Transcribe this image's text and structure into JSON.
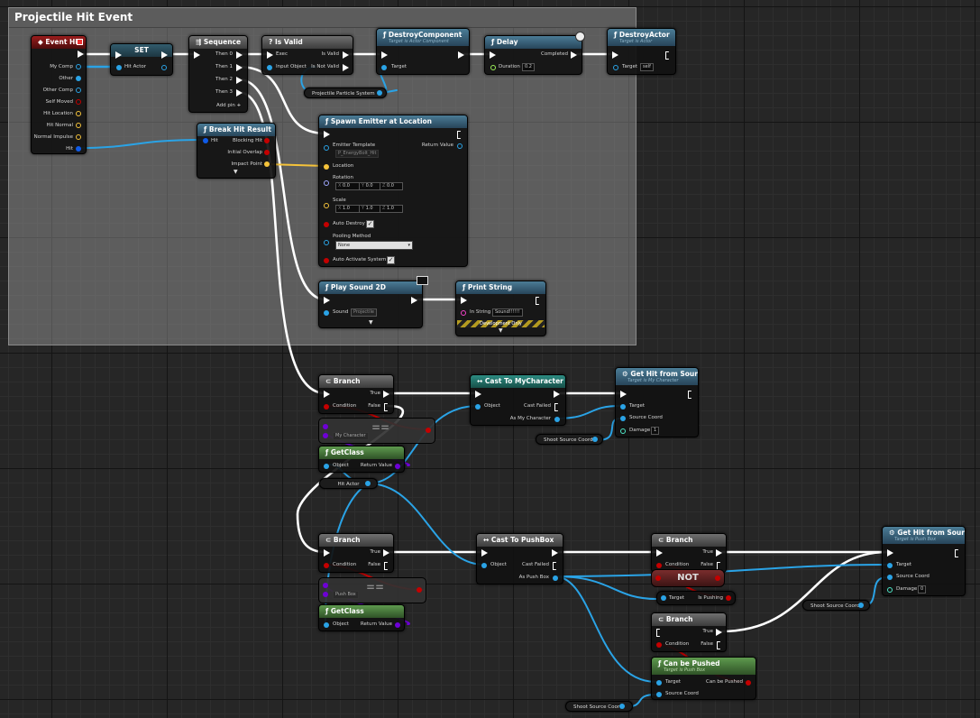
{
  "colors": {
    "exec": "#ffffff",
    "object": "#2aa3e6",
    "struct": "#0f5be8",
    "vector": "#f5c33a",
    "bool": "#c40000",
    "float": "#9cf058",
    "string": "#f542cb",
    "class": "#6e00d6",
    "rotator": "#a0a8ff"
  },
  "comment": {
    "title": "Projectile Hit Event"
  },
  "event_hit": {
    "title": "Event Hit",
    "pins": [
      "My Comp",
      "Other",
      "Other Comp",
      "Self Moved",
      "Hit Location",
      "Hit Normal",
      "Normal Impulse",
      "Hit"
    ]
  },
  "set_node": {
    "title": "SET",
    "pin": "Hit Actor"
  },
  "sequence": {
    "title": "Sequence",
    "pins": [
      "Then 0",
      "Then 1",
      "Then 2",
      "Then 3"
    ],
    "add_pin": "Add pin",
    "plus": "+"
  },
  "is_valid": {
    "title": "? Is Valid",
    "in": [
      "Exec",
      "Input Object"
    ],
    "out": [
      "Is Valid",
      "Is Not Valid"
    ]
  },
  "destroy_component": {
    "title": "DestroyComponent",
    "subtitle": "Target is Actor Component",
    "target": "Target"
  },
  "delay": {
    "title": "Delay",
    "completed": "Completed",
    "duration": "Duration",
    "duration_value": "0.2"
  },
  "destroy_actor": {
    "title": "DestroyActor",
    "subtitle": "Target is Actor",
    "target": "Target",
    "target_value": "self"
  },
  "particle_var": {
    "label": "Projectile Particle System"
  },
  "break_hit": {
    "title": "Break Hit Result",
    "in": "Hit",
    "out": [
      "Blocking Hit",
      "Initial Overlap",
      "Impact Point"
    ]
  },
  "spawn_emitter": {
    "title": "Spawn Emitter at Location",
    "emitter_template": "Emitter Template",
    "emitter_value": "P_EnergyBolt_Hit",
    "return_value": "Return Value",
    "location": "Location",
    "rotation": "Rotation",
    "rot": {
      "x": "0.0",
      "y": "0.0",
      "z": "0.0"
    },
    "scale": "Scale",
    "scl": {
      "x": "1.0",
      "y": "1.0",
      "z": "1.0"
    },
    "auto_destroy": "Auto Destroy",
    "pooling_method": "Pooling Method",
    "pooling_value": "None",
    "auto_activate": "Auto Activate System",
    "axis": {
      "x": "X",
      "y": "Y",
      "z": "Z"
    }
  },
  "play_sound": {
    "title": "Play Sound 2D",
    "sound": "Sound",
    "sound_value": "Projectile"
  },
  "print_string": {
    "title": "Print String",
    "in_string": "In String",
    "in_string_value": "Sound!!!!!!",
    "dev_only": "Development Only"
  },
  "branch1": {
    "title": "Branch",
    "true": "True",
    "false": "False",
    "condition": "Condition"
  },
  "eq1": {
    "class_value": "My Character",
    "sym": "=="
  },
  "getclass1": {
    "title": "GetClass",
    "object": "Object",
    "return_value": "Return Value"
  },
  "hit_actor_var": {
    "label": "Hit Actor"
  },
  "cast_mychar": {
    "title": "Cast To MyCharacter",
    "object": "Object",
    "cast_failed": "Cast Failed",
    "as": "As My Character"
  },
  "get_hit1": {
    "title": "Get Hit from Source",
    "subtitle": "Target is My Character",
    "target": "Target",
    "source_coord": "Source Coord",
    "damage": "Damage",
    "damage_value": "1"
  },
  "shoot_var1": {
    "label": "Shoot Source Coord"
  },
  "branch2": {
    "title": "Branch",
    "true": "True",
    "false": "False",
    "condition": "Condition"
  },
  "eq2": {
    "class_value": "Push Box",
    "sym": "=="
  },
  "getclass2": {
    "title": "GetClass",
    "object": "Object",
    "return_value": "Return Value"
  },
  "cast_pushbox": {
    "title": "Cast To PushBox",
    "object": "Object",
    "cast_failed": "Cast Failed",
    "as": "As Push Box"
  },
  "branch3": {
    "title": "Branch",
    "true": "True",
    "false": "False",
    "condition": "Condition"
  },
  "not_node": {
    "label": "NOT"
  },
  "is_pushing": {
    "target": "Target",
    "out": "Is Pushing"
  },
  "branch4": {
    "title": "Branch",
    "true": "True",
    "false": "False",
    "condition": "Condition"
  },
  "can_be_pushed": {
    "title": "Can be Pushed",
    "subtitle": "Target is Push Box",
    "target": "Target",
    "source_coord": "Source Coord",
    "out": "Can be Pushed"
  },
  "shoot_var3": {
    "label": "Shoot Source Coord"
  },
  "get_hit2": {
    "title": "Get Hit from Source",
    "subtitle": "Target is Push Box",
    "target": "Target",
    "source_coord": "Source Coord",
    "damage": "Damage",
    "damage_value": "0"
  },
  "shoot_var2": {
    "label": "Shoot Source Coord"
  }
}
